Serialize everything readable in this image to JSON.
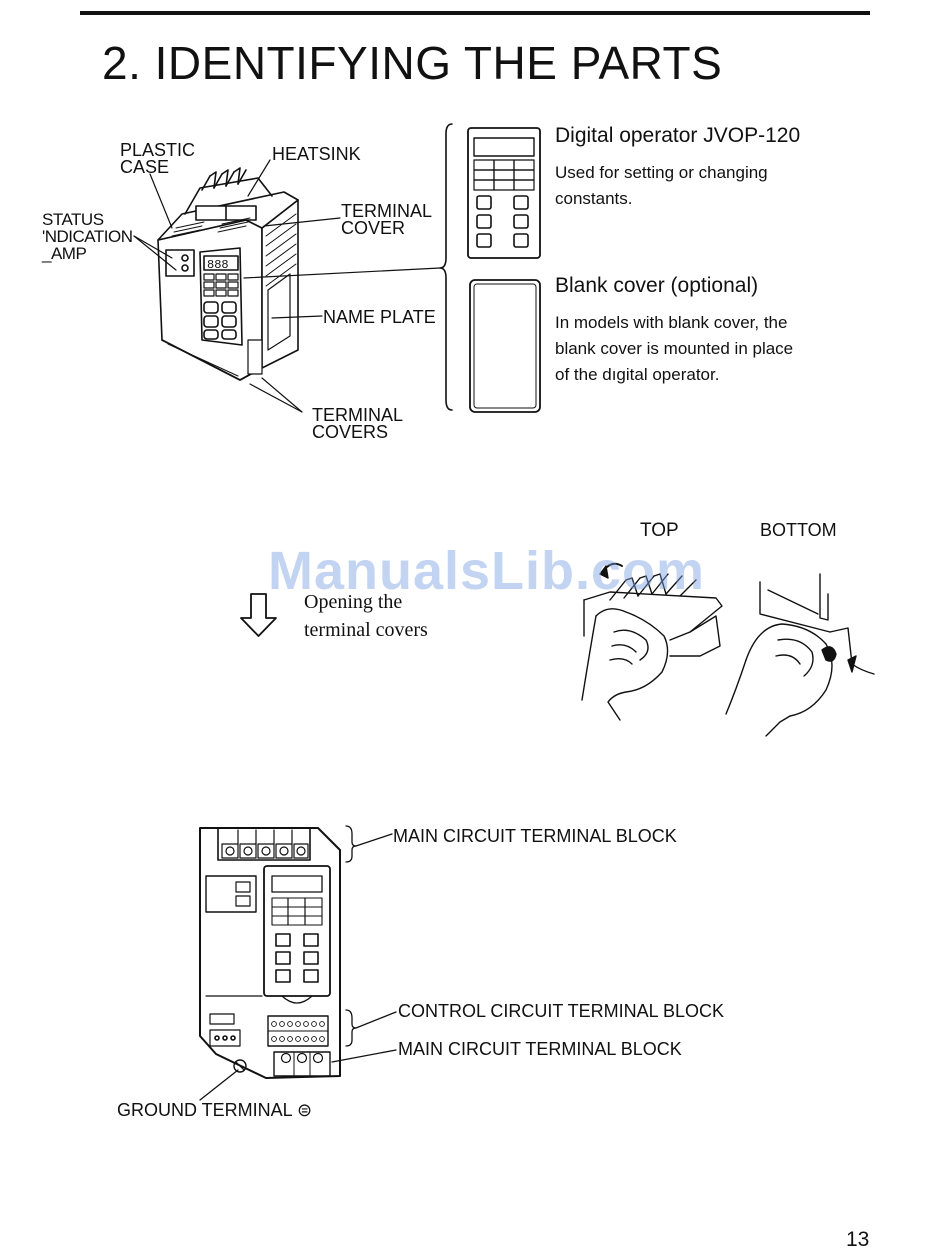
{
  "page": {
    "title": "2. IDENTIFYING THE PARTS",
    "page_number": "13",
    "watermark": "ManualsLib.com"
  },
  "top_diagram": {
    "labels": {
      "plastic_case": [
        "PLASTIC",
        "CASE"
      ],
      "heatsink": "HEATSINK",
      "status_lamp": [
        "STATUS",
        "'NDICATION",
        "_AMP"
      ],
      "terminal_cover": [
        "TERMINAL",
        "COVER"
      ],
      "name_plate": "NAME PLATE",
      "terminal_covers": [
        "TERMINAL",
        "COVERS"
      ]
    }
  },
  "options": {
    "digital_operator": {
      "heading": "Digital operator JVOP-120",
      "body": [
        "Used for setting or changing",
        "constants."
      ]
    },
    "blank_cover": {
      "heading": "Blank cover (optional)",
      "body": [
        "In models with blank cover, the",
        "blank cover is mounted in place",
        "of the dıgital operator."
      ]
    }
  },
  "opening": {
    "caption": [
      "Opening the",
      "terminal covers"
    ],
    "top_label": "TOP",
    "bottom_label": "BOTTOM"
  },
  "bottom_diagram": {
    "labels": {
      "main_circuit_top": "MAIN CIRCUIT TERMINAL BLOCK",
      "control_circuit": "CONTROL CIRCUIT TERMINAL BLOCK",
      "main_circuit_bottom": "MAIN CIRCUIT TERMINAL BLOCK",
      "ground_terminal": "GROUND TERMINAL ⊜"
    }
  }
}
